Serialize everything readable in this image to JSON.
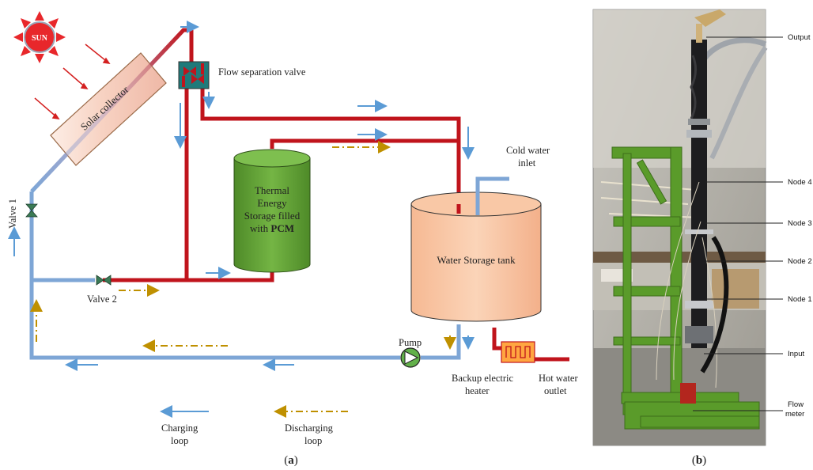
{
  "colors": {
    "hot_pipe": "#c0141c",
    "cold_pipe": "#7ea6d6",
    "charging_arrow": "#5b9bd5",
    "discharging_arrow": "#bf9000",
    "tes_fill": "#6aab3a",
    "tank_fill": "#f8c6a3",
    "sun": "#e8272b"
  },
  "panel_a": {
    "sun_label": "SUN",
    "solar_collector": "Solar collector",
    "flow_separation_valve": "Flow separation valve",
    "tes_line1": "Thermal",
    "tes_line2": "Energy",
    "tes_line3": "Storage filled",
    "tes_line4_prefix": "with ",
    "tes_line4_bold": "PCM",
    "water_tank": "Water Storage tank",
    "cold_water_line1": "Cold water",
    "cold_water_line2": "inlet",
    "valve1": "Valve 1",
    "valve2": "Valve 2",
    "pump": "Pump",
    "heater_line1": "Backup electric",
    "heater_line2": "heater",
    "hot_water_line1": "Hot water",
    "hot_water_line2": "outlet",
    "legend_charging_line1": "Charging",
    "legend_charging_line2": "loop",
    "legend_discharging_line1": "Discharging",
    "legend_discharging_line2": "loop",
    "caption_open": "(",
    "caption_letter": "a",
    "caption_close": ")"
  },
  "panel_b": {
    "labels": {
      "output": "Output",
      "node4": "Node 4",
      "node3": "Node 3",
      "node2": "Node 2",
      "node1": "Node 1",
      "input": "Input",
      "flow_line1": "Flow",
      "flow_line2": "meter"
    },
    "caption_open": "(",
    "caption_letter": "b",
    "caption_close": ")"
  }
}
